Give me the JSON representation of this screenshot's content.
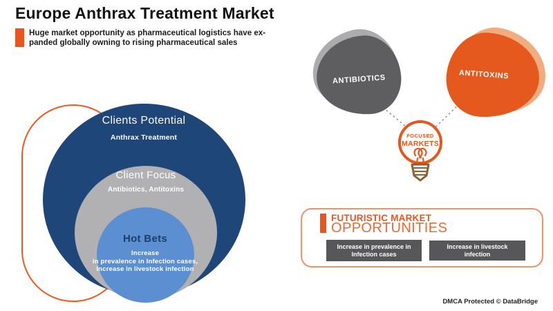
{
  "title": "Europe Anthrax Treatment Market",
  "subtitle": {
    "line1": "Huge market opportunity as pharmaceutical logistics have ex-",
    "line2": "panded globally owning to rising pharmaceutical sales"
  },
  "venn": {
    "outer": {
      "title": "Clients Potential",
      "subtitle": "Anthrax Treatment"
    },
    "middle": {
      "title": "Client Focus",
      "subtitle": "Antibiotics, Antitoxins"
    },
    "inner": {
      "title": "Hot Bets",
      "line1": "Increase",
      "line2": "in prevalence in Infection cases,",
      "line3": "Increase in livestock infection"
    }
  },
  "focus": {
    "left_label": "ANTIBIOTICS",
    "right_label": "ANTITOXINS",
    "bulb": {
      "line1": "FOCUSED",
      "line2": "MARKETS"
    }
  },
  "opportunities": {
    "heading_line1": "FUTURISTIC MARKET",
    "heading_line2": "OPPORTUNITIES",
    "items": [
      "Increase in prevalence in Infection cases",
      "Increase in livestock infection"
    ]
  },
  "footer": "DMCA Protected © DataBridge",
  "colors": {
    "accent_orange": "#E8561E",
    "outline_orange": "#F2571E",
    "panel_border_orange": "#F29066",
    "navy": "#1F4678",
    "mid_gray": "#B1B0B2",
    "light_blue": "#5C8FD1",
    "blob_gray": "#5E5E60",
    "blob_gray_shadow": "#ACABAD",
    "blob_orange": "#E5581E",
    "blob_orange_shadow": "#F2AC80",
    "opportunity_box_gray": "#57575A",
    "bulb_base_brown": "#8F5F2E",
    "hot_bets_text": "#1D3F66",
    "dotted_line_gray": "#909090"
  }
}
